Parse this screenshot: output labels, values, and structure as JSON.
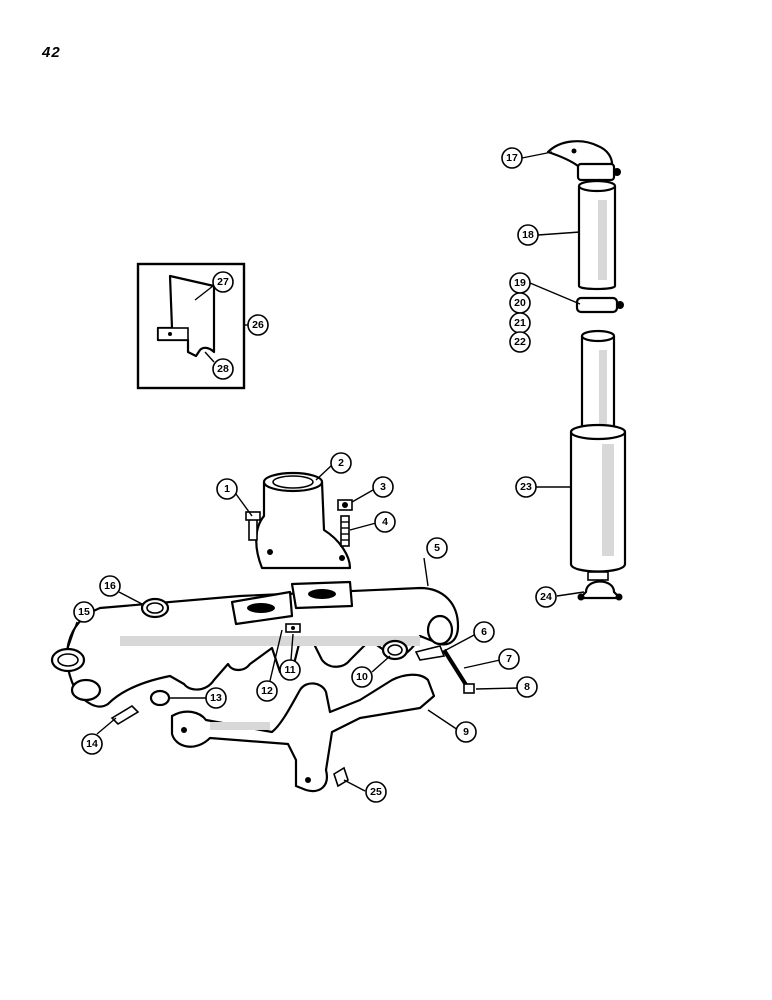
{
  "page_number": "42",
  "callouts": {
    "c1": "1",
    "c2": "2",
    "c3": "3",
    "c4": "4",
    "c5": "5",
    "c6": "6",
    "c7": "7",
    "c8": "8",
    "c9": "9",
    "c10": "10",
    "c11": "11",
    "c12": "12",
    "c13": "13",
    "c14": "14",
    "c15": "15",
    "c16": "16",
    "c17": "17",
    "c18": "18",
    "c19": "19",
    "c20": "20",
    "c21": "21",
    "c22": "22",
    "c23": "23",
    "c24": "24",
    "c25": "25",
    "c26": "26",
    "c27": "27",
    "c28": "28"
  }
}
